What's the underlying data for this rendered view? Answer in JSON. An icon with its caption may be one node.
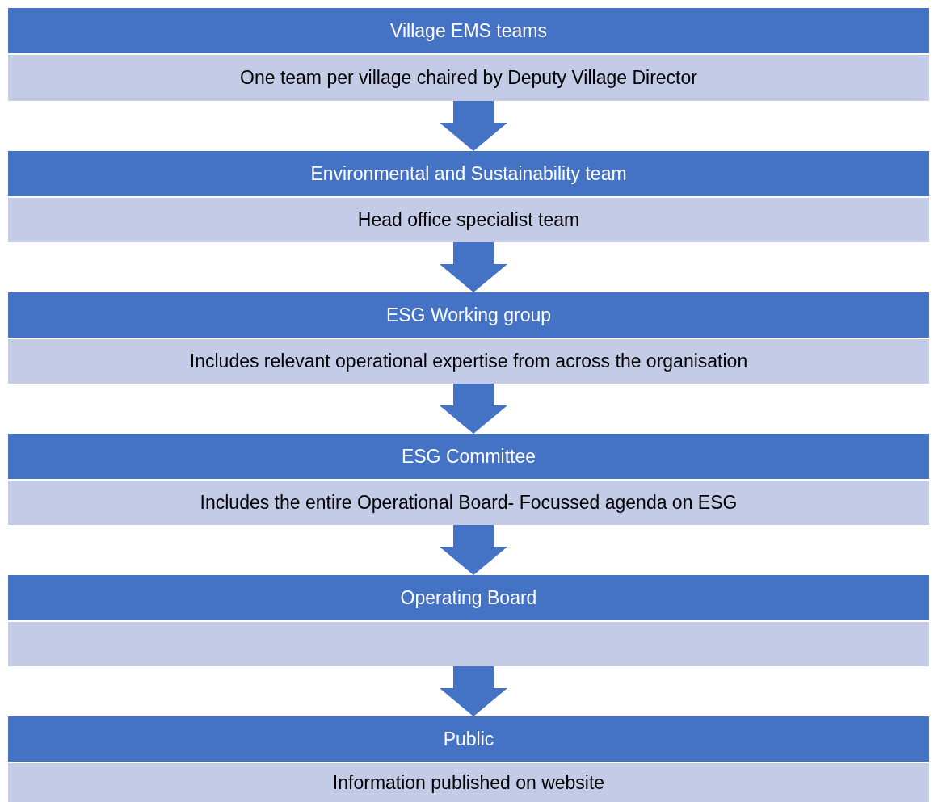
{
  "diagram": {
    "nodes": [
      {
        "text": [
          "Village EMS teams",
          "One team per village chaired by Deputy Village Director"
        ]
      },
      {
        "text": [
          "Environmental and Sustainability team",
          "Head office specialist team"
        ]
      },
      {
        "text": [
          "ESG Working group",
          "Includes relevant operational expertise from across the organisation"
        ]
      },
      {
        "text": [
          "ESG Committee",
          "Includes the entire Operational Board- Focussed agenda on ESG"
        ]
      },
      {
        "text": [
          "Operating Board"
        ]
      },
      {
        "text": [
          "Public",
          "Information published on website"
        ]
      }
    ],
    "edges": [
      {
        "from": 0,
        "to": 1,
        "arrow": "to"
      },
      {
        "from": 1,
        "to": 2,
        "arrow": "to"
      },
      {
        "from": 2,
        "to": 3,
        "arrow": "to"
      },
      {
        "from": 3,
        "to": 4,
        "arrow": "to"
      },
      {
        "from": 4,
        "to": 5,
        "arrow": "to"
      }
    ]
  }
}
